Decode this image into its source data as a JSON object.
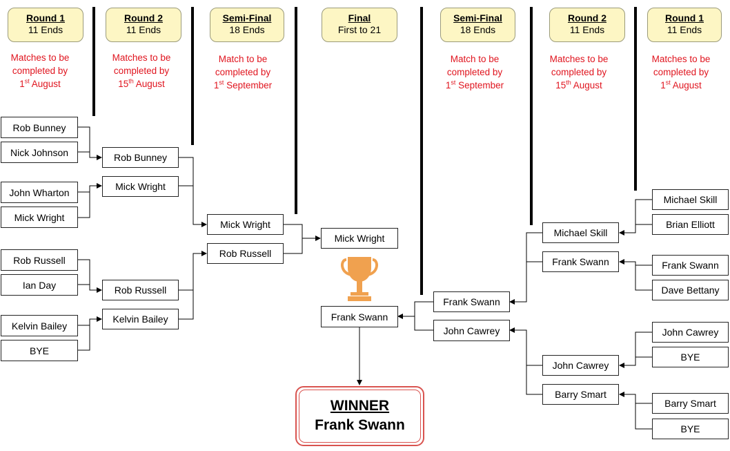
{
  "headers": {
    "left_r1": {
      "title": "Round 1",
      "sub": "11 Ends"
    },
    "left_r2": {
      "title": "Round 2",
      "sub": "11 Ends"
    },
    "left_sf": {
      "title": "Semi-Final",
      "sub": "18 Ends"
    },
    "final": {
      "title": "Final",
      "sub": "First to 21"
    },
    "right_sf": {
      "title": "Semi-Final",
      "sub": "18 Ends"
    },
    "right_r2": {
      "title": "Round 2",
      "sub": "11 Ends"
    },
    "right_r1": {
      "title": "Round 1",
      "sub": "11 Ends"
    }
  },
  "notes": {
    "r1": {
      "line1": "Matches to be",
      "line2": "completed by",
      "day": "1",
      "ord": "st",
      "month": "August"
    },
    "r2": {
      "line1": "Matches to be",
      "line2": "completed by",
      "day": "15",
      "ord": "th",
      "month": "August"
    },
    "sf": {
      "line1": "Match to be",
      "line2": "completed by",
      "day": "1",
      "ord": "st",
      "month": "September"
    }
  },
  "left": {
    "r1": [
      "Rob Bunney",
      "Nick Johnson",
      "John Wharton",
      "Mick Wright",
      "Rob Russell",
      "Ian Day",
      "Kelvin Bailey",
      "BYE"
    ],
    "r2": [
      "Rob Bunney",
      "Mick Wright",
      "Rob Russell",
      "Kelvin Bailey"
    ],
    "sf": [
      "Mick Wright",
      "Rob Russell"
    ]
  },
  "final": {
    "top": "Mick Wright",
    "bottom": "Frank Swann"
  },
  "right": {
    "r1": [
      "Michael Skill",
      "Brian Elliott",
      "Frank Swann",
      "Dave Bettany",
      "John Cawrey",
      "BYE",
      "Barry Smart",
      "BYE"
    ],
    "r2": [
      "Michael Skill",
      "Frank Swann",
      "John Cawrey",
      "Barry Smart"
    ],
    "sf": [
      "Frank Swann",
      "John Cawrey"
    ]
  },
  "winner": {
    "label": "WINNER",
    "name": "Frank Swann"
  },
  "colors": {
    "header_fill": "#fdf6c4",
    "note_text": "#e0141e",
    "winner_border": "#d9534f",
    "trophy": "#f0a14f"
  }
}
